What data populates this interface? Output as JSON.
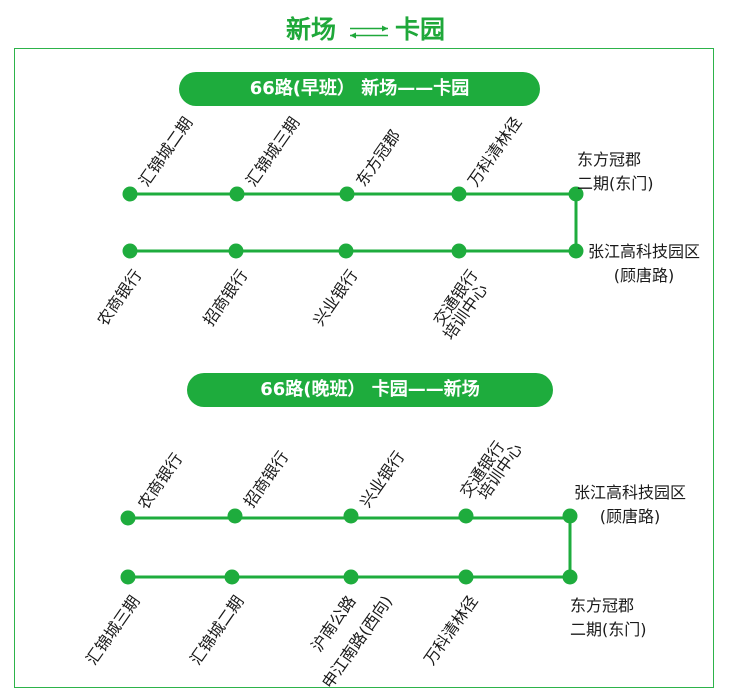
{
  "header": {
    "from": "新场",
    "to": "卡园"
  },
  "morning": {
    "banner": "66路(早班） 新场——卡园",
    "top_stops": [
      "汇锦城二期",
      "汇锦城三期",
      "东方冠郡",
      "万科清林径"
    ],
    "turn_top": [
      "东方冠郡",
      "二期(东门)"
    ],
    "turn_bottom": [
      "张江高科技园区",
      "(顾唐路)"
    ],
    "bottom_stops": [
      "农商银行",
      "招商银行",
      "兴业银行",
      [
        "交通银行",
        "培训中心"
      ]
    ]
  },
  "evening": {
    "banner": "66路(晚班） 卡园——新场",
    "top_stops": [
      "农商银行",
      "招商银行",
      "兴业银行",
      [
        "交通银行",
        "培训中心"
      ]
    ],
    "turn_top": [
      "张江高科技园区",
      "(顾唐路)"
    ],
    "turn_bottom": [
      "东方冠郡",
      "二期(东门)"
    ],
    "bottom_stops": [
      "汇锦城三期",
      "汇锦城二期",
      [
        "沪南公路",
        "申江南路(西向)"
      ],
      "万科清林径"
    ]
  },
  "colors": {
    "line": "#1eac3d",
    "text": "#1a1a1a",
    "arrow": "#1fa83a"
  }
}
